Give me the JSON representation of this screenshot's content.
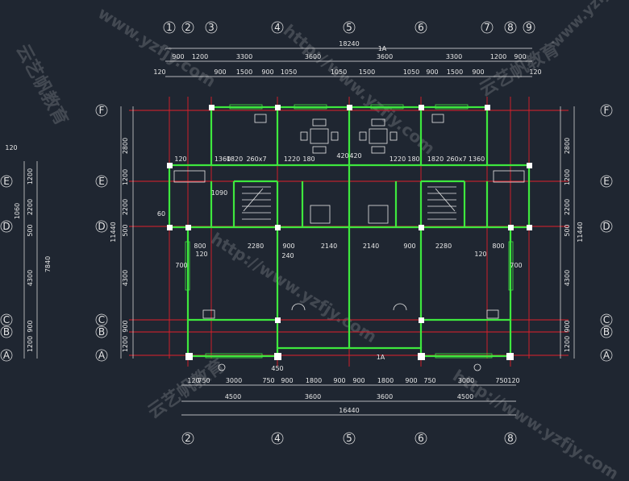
{
  "top_axes": [
    "1",
    "2",
    "3",
    "4",
    "5",
    "6",
    "7",
    "8",
    "9"
  ],
  "bottom_axes": [
    "2",
    "4",
    "5",
    "6",
    "8"
  ],
  "left_axes": [
    "F",
    "E",
    "D",
    "C",
    "B",
    "A"
  ],
  "right_axes": [
    "F",
    "E",
    "D",
    "C",
    "B",
    "A"
  ],
  "far_left_axes": [
    "E",
    "D",
    "C",
    "B",
    "A"
  ],
  "top_total": "18240",
  "top_row1": [
    "900",
    "1200",
    "3300",
    "3600",
    "3600",
    "3300",
    "1200",
    "900"
  ],
  "top_row2": [
    "120",
    "900",
    "1500",
    "900",
    "1050",
    "1050",
    "1500",
    "1050",
    "900",
    "1500",
    "900",
    "120"
  ],
  "inner_row": [
    "1820",
    "260x7",
    "1360",
    "420",
    "1220",
    "180",
    "420",
    "1220",
    "180",
    "1820",
    "260x7",
    "1360",
    "120"
  ],
  "middle_row": [
    "800",
    "2280",
    "900",
    "2140",
    "2140",
    "900",
    "2280",
    "800"
  ],
  "bottom_row1": [
    "120",
    "750",
    "3000",
    "750",
    "900",
    "1800",
    "900",
    "900",
    "1800",
    "900",
    "750",
    "3000",
    "750",
    "120"
  ],
  "bottom_row2": [
    "4500",
    "3600",
    "3600",
    "4500"
  ],
  "bottom_total": "16440",
  "left_vertical": [
    "2800",
    "1200",
    "2200",
    "500",
    "4300",
    "900",
    "1200"
  ],
  "left_total": "11440",
  "right_vertical": [
    "2800",
    "1200",
    "2200",
    "500",
    "4300",
    "900",
    "1200"
  ],
  "right_total": "11440",
  "far_left_vertical": [
    "120",
    "1200",
    "1060",
    "2200",
    "500",
    "4300",
    "900",
    "1200"
  ],
  "far_left_total": "7840",
  "small_labels": [
    "60",
    "120",
    "700",
    "1090",
    "240",
    "120",
    "700",
    "450",
    "1A",
    "1A"
  ],
  "watermarks": [
    "www.yzfjy.com",
    "云艺帆教育",
    "http://www.yzfjy.com",
    "云艺帆教育",
    "http://www.yzfjy.com",
    "云艺帆教育",
    "www.yzfjy.com",
    "http://www.yzfjy.com"
  ],
  "colors": {
    "background": "#1f2631",
    "wall": "#3ee83e",
    "axis_line": "#e0202a",
    "dimension": "#e8e8e8",
    "column": "#ffffff"
  }
}
